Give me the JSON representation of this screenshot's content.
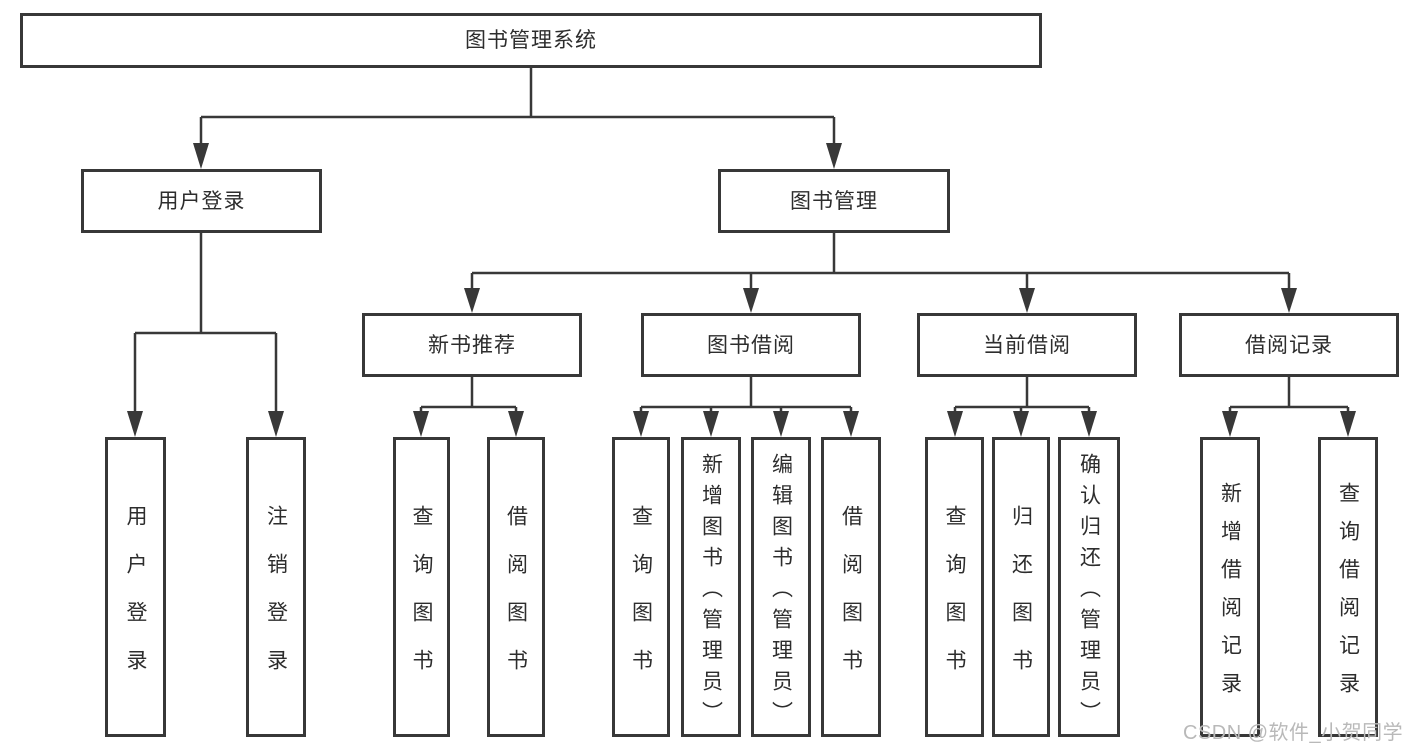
{
  "diagram": {
    "root": {
      "label": "图书管理系统"
    },
    "level2": [
      {
        "label": "用户登录"
      },
      {
        "label": "图书管理"
      }
    ],
    "level3": [
      {
        "label": "新书推荐"
      },
      {
        "label": "图书借阅"
      },
      {
        "label": "当前借阅"
      },
      {
        "label": "借阅记录"
      }
    ],
    "leaves": {
      "user_login": [
        "用户登录",
        "注销登录"
      ],
      "new_book_recommend": [
        "查询图书",
        "借阅图书"
      ],
      "book_borrow": [
        "查询图书",
        "新增图书（管理员）",
        "编辑图书（管理员）",
        "借阅图书"
      ],
      "current_borrow": [
        "查询图书",
        "归还图书",
        "确认归还（管理员）"
      ],
      "borrow_records": [
        "新增借阅记录",
        "查询借阅记录"
      ]
    }
  },
  "watermark": {
    "text": "CSDN @软件_小贺同学"
  },
  "colors": {
    "line": "#383838",
    "border": "#383838",
    "text": "#2d2d2d",
    "watermark": "#b9b9b9",
    "background": "#ffffff"
  }
}
